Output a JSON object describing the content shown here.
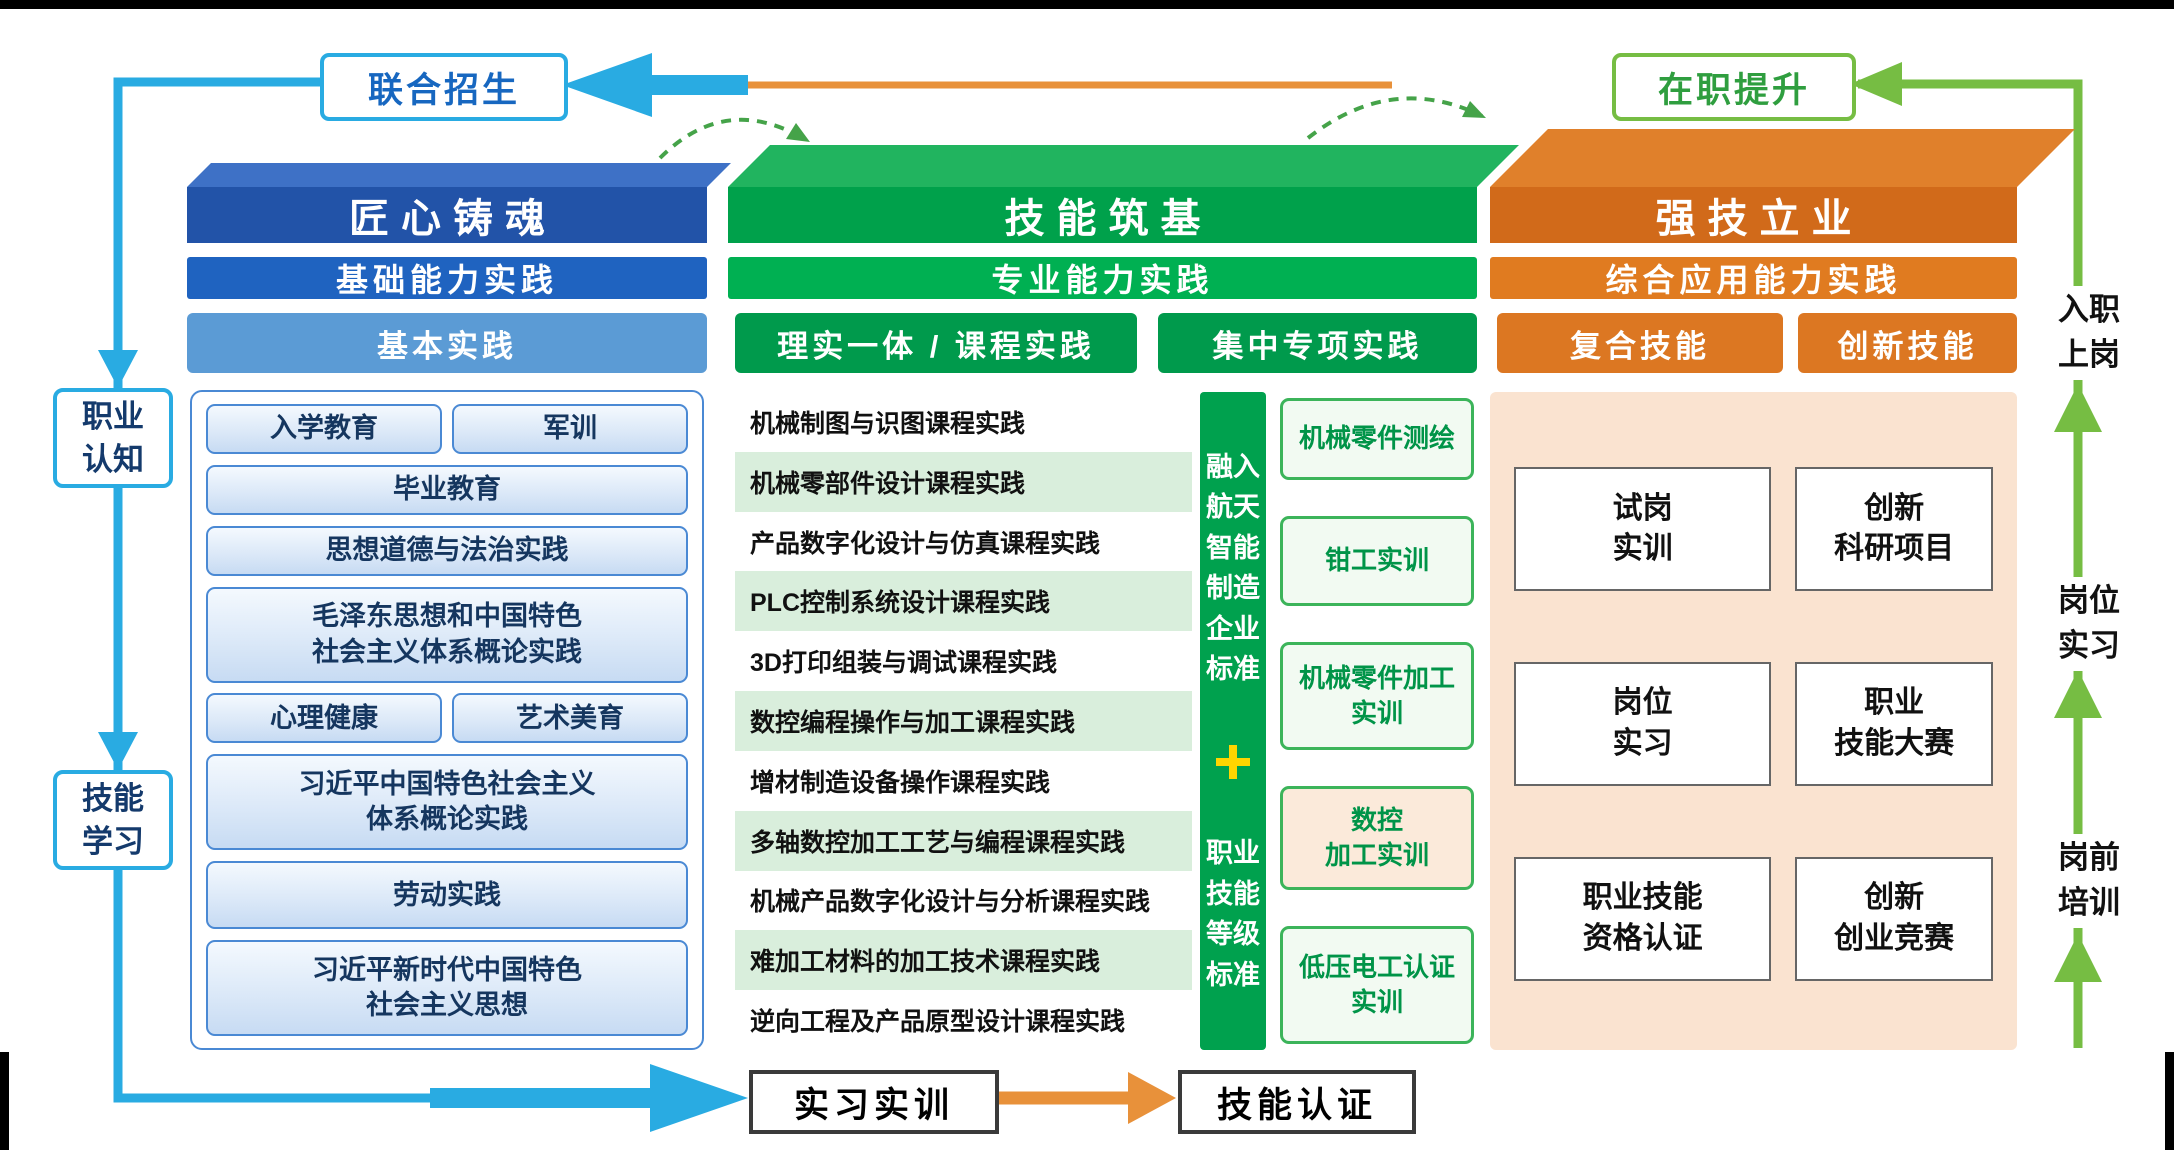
{
  "colors": {
    "blue_arrow": "#29ABE2",
    "green_arrow": "#76BD43",
    "orange_arrow": "#E8913A",
    "blue_header": "#2253A8",
    "green_header": "#00A14B",
    "orange_header": "#D16A1A",
    "plus_icon_yellow": "#FFD500"
  },
  "top": {
    "left_box": "联合招生",
    "right_box": "在职提升"
  },
  "sides": {
    "left": [
      "职业\n认知",
      "技能\n学习"
    ],
    "right": [
      "入职\n上岗",
      "岗位\n实习",
      "岗前\n培训"
    ]
  },
  "bottom": {
    "left_box": "实习实训",
    "right_box": "技能认证"
  },
  "columns": {
    "blue": {
      "header": "匠心铸魂",
      "subheader": "基础能力实践",
      "bar": "基本实践",
      "items": [
        "入学教育",
        "军训",
        "毕业教育",
        "思想道德与法治实践",
        "毛泽东思想和中国特色\n社会主义体系概论实践",
        "心理健康",
        "艺术美育",
        "习近平中国特色社会主义\n体系概论实践",
        "劳动实践",
        "习近平新时代中国特色\n社会主义思想"
      ]
    },
    "green": {
      "header": "技能筑基",
      "subheader": "专业能力实践",
      "bar_left": "理实一体 / 课程实践",
      "bar_right": "集中专项实践",
      "courses": [
        "机械制图与识图课程实践",
        "机械零部件设计课程实践",
        "产品数字化设计与仿真课程实践",
        "PLC控制系统设计课程实践",
        "3D打印组装与调试课程实践",
        "数控编程操作与加工课程实践",
        "增材制造设备操作课程实践",
        "多轴数控加工工艺与编程课程实践",
        "机械产品数字化设计与分析课程实践",
        "难加工材料的加工技术课程实践",
        "逆向工程及产品原型设计课程实践"
      ],
      "vertical_bar": {
        "top": "融入\n航天\n智能\n制造\n企业\n标准",
        "plus_icon": "plus",
        "bottom": "职业\n技能\n等级\n标准"
      },
      "trainings": [
        "机械零件测绘",
        "钳工实训",
        "机械零件加工\n实训",
        "数控\n加工实训",
        "低压电工认证\n实训"
      ]
    },
    "orange": {
      "header": "强技立业",
      "subheader": "综合应用能力实践",
      "bar_left": "复合技能",
      "bar_right": "创新技能",
      "cards": [
        "试岗\n实训",
        "创新\n科研项目",
        "岗位\n实习",
        "职业\n技能大赛",
        "职业技能\n资格认证",
        "创新\n创业竞赛"
      ]
    }
  }
}
